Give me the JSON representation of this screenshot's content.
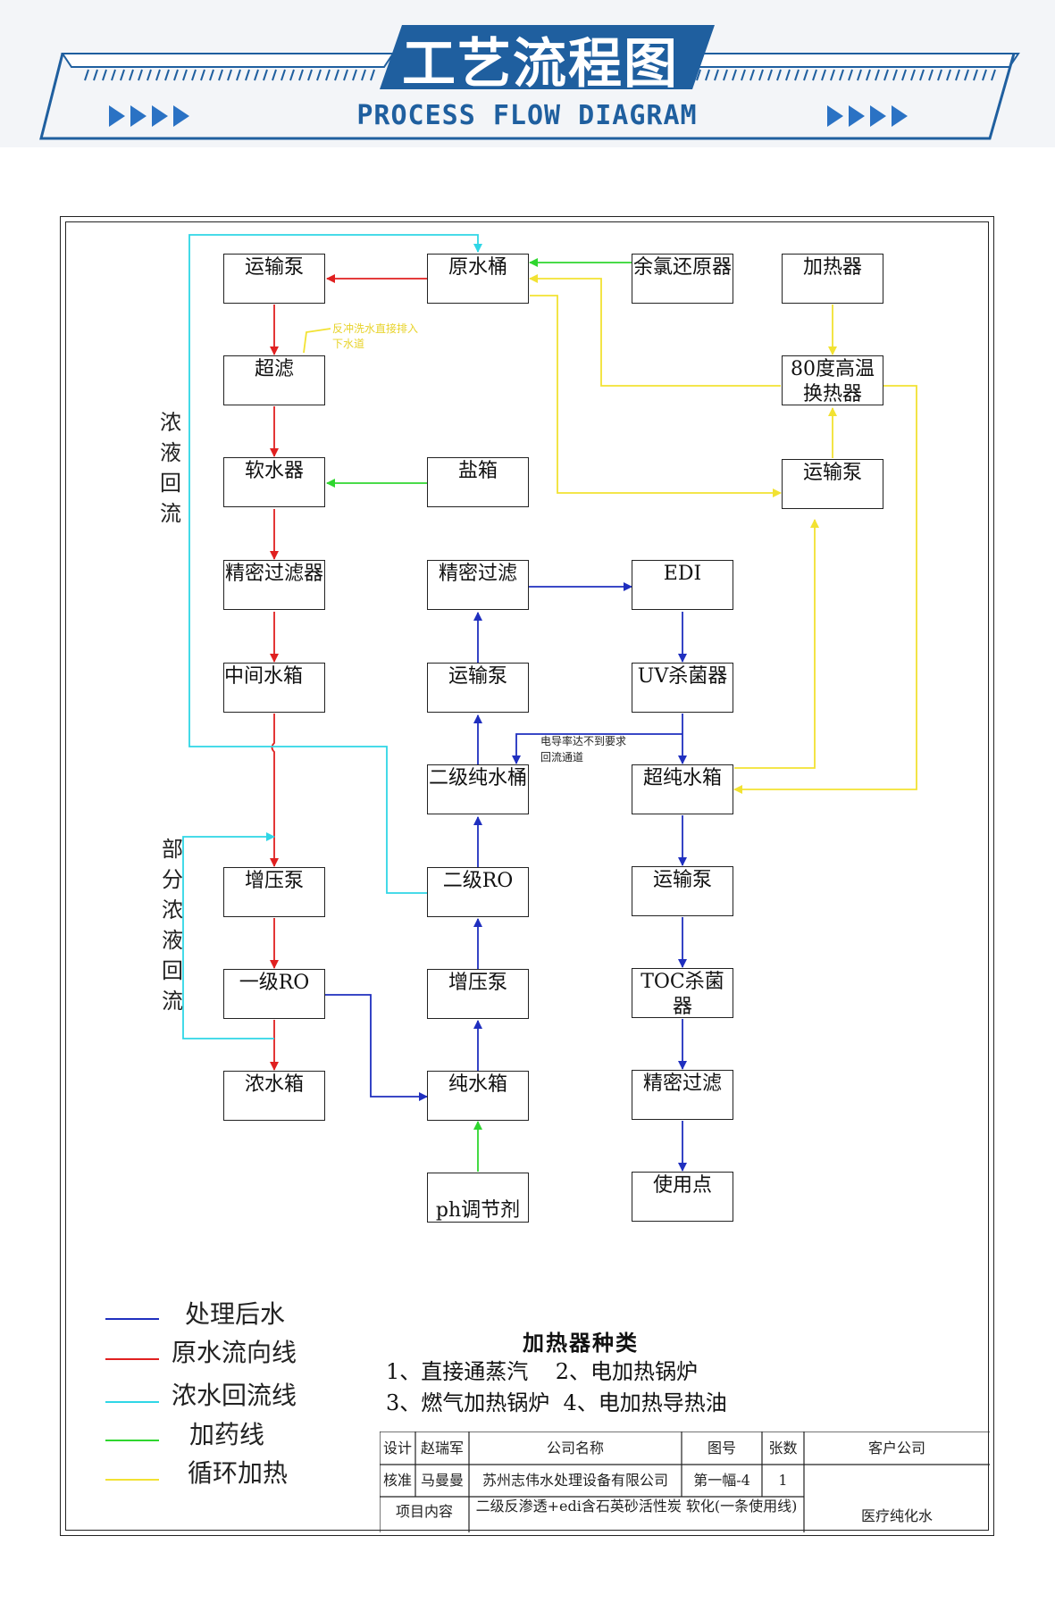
{
  "banner": {
    "title": "工艺流程图",
    "subtitle": "PROCESS FLOW DIAGRAM"
  },
  "nodes": {
    "transport_pump_1": "运输泵",
    "ultrafiltration": "超滤",
    "softener": "软水器",
    "precision_filter_1": "精密过滤器",
    "intermediate_tank": "中间水箱",
    "booster_pump_1": "增压泵",
    "primary_ro": "一级RO",
    "concentrate_tank": "浓水箱",
    "raw_water_tank": "原水桶",
    "salt_tank": "盐箱",
    "precision_filter_2": "精密过滤",
    "transport_pump_2": "运输泵",
    "secondary_pure_tank": "二级纯水桶",
    "secondary_ro": "二级RO",
    "booster_pump_2": "增压泵",
    "pure_water_tank": "纯水箱",
    "ph_regulator": "ph调节剂",
    "chlorine_reducer": "余氯还原器",
    "edi": "EDI",
    "uv_sterilizer": "UV杀菌器",
    "ultrapure_tank": "超纯水箱",
    "transport_pump_3": "运输泵",
    "toc_sterilizer": "TOC杀菌器",
    "precision_filter_3": "精密过滤",
    "point_of_use": "使用点",
    "heater": "加热器",
    "heat_exchanger": "80度高温换热器",
    "transport_pump_4": "运输泵"
  },
  "side_labels": {
    "concentrate_return": "浓液回流",
    "partial_concentrate_return": "部分浓液回流"
  },
  "annotations": {
    "backwash_note": "反冲洗水直接排入下水道",
    "conductivity_note_line1": "电导率达不到要求",
    "conductivity_note_line2": "回流通道"
  },
  "legend": [
    {
      "label": "处理后水",
      "color": "#1f2fbf"
    },
    {
      "label": "原水流向线",
      "color": "#e02020"
    },
    {
      "label": "浓水回流线",
      "color": "#2fd6e6"
    },
    {
      "label": "加药线",
      "color": "#2fd62f"
    },
    {
      "label": "循环加热",
      "color": "#f2e232"
    }
  ],
  "heaters": {
    "title": "加热器种类",
    "line1": "1、直接通蒸汽    2、电加热锅炉",
    "line2": "3、燃气加热锅炉  4、电加热导热油"
  },
  "title_block": {
    "design_label": "设计",
    "designer": "赵瑞军",
    "company_header": "公司名称",
    "drawing_no_header": "图号",
    "sheets_header": "张数",
    "client_header": "客户公司",
    "approve_label": "核准",
    "approver": "马曼曼",
    "company": "苏州志伟水处理设备有限公司",
    "drawing_no": "第一幅-4",
    "sheets": "1",
    "project_label": "项目内容",
    "project": "二级反渗透+edi含石英砂活性炭 软化(一条使用线)",
    "client": "医疗纯化水"
  }
}
